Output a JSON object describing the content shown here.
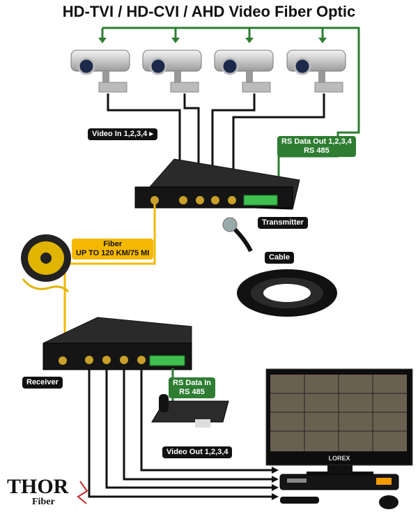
{
  "title": "HD-TVI / HD-CVI / AHD Video Fiber Optic",
  "labels": {
    "video_in": "Video In 1,2,3,4",
    "rs_data_out_line1": "RS Data Out 1,2,3,4",
    "rs_data_out_line2": "RS 485",
    "transmitter": "Transmitter",
    "fiber_line1": "Fiber",
    "fiber_line2": "UP TO 120 KM/75 MI",
    "cable": "Cable",
    "receiver": "Receiver",
    "rs_data_in_line1": "RS Data In",
    "rs_data_in_line2": "RS 485",
    "video_out": "Video Out 1,2,3,4"
  },
  "logo": {
    "brand": "THOR",
    "sub": "Fiber"
  },
  "monitor": {
    "brand": "LOREX"
  },
  "colors": {
    "fiber": "#f5b800",
    "data": "#2e7d32",
    "video": "#111111",
    "logo_red": "#c62828"
  }
}
